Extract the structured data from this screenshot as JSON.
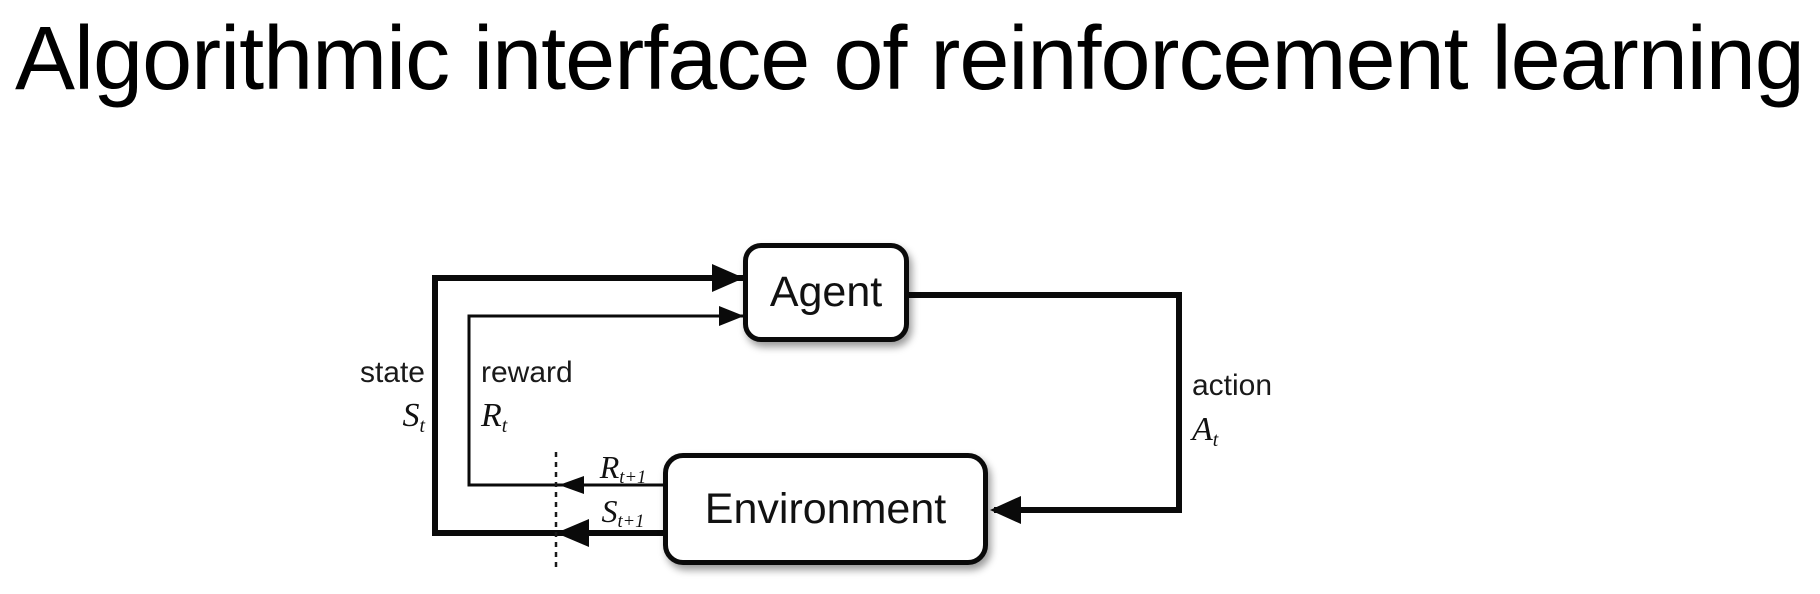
{
  "title": "Algorithmic interface of reinforcement learning",
  "diagram": {
    "nodes": {
      "agent": {
        "label": "Agent"
      },
      "environment": {
        "label": "Environment"
      }
    },
    "labels": {
      "state": {
        "text": "state",
        "symbol": {
          "base": "S",
          "sub": "t"
        }
      },
      "reward": {
        "text": "reward",
        "symbol": {
          "base": "R",
          "sub": "t"
        }
      },
      "action": {
        "text": "action",
        "symbol": {
          "base": "A",
          "sub": "t"
        }
      },
      "next_reward": {
        "base": "R",
        "sub": "t+1"
      },
      "next_state": {
        "base": "S",
        "sub": "t+1"
      }
    },
    "arrows": [
      {
        "from": "environment",
        "to": "agent",
        "signal": "state S_t",
        "weight": "thick"
      },
      {
        "from": "environment",
        "to": "agent",
        "signal": "reward R_t",
        "weight": "thin"
      },
      {
        "from": "agent",
        "to": "environment",
        "signal": "action A_t",
        "weight": "thick"
      },
      {
        "at": "time-step boundary (dashed line)",
        "signals": [
          "R_t+1",
          "S_t+1"
        ]
      }
    ],
    "colors": {
      "line": "#0a0a0a",
      "background": "#ffffff",
      "text": "#111111"
    }
  }
}
